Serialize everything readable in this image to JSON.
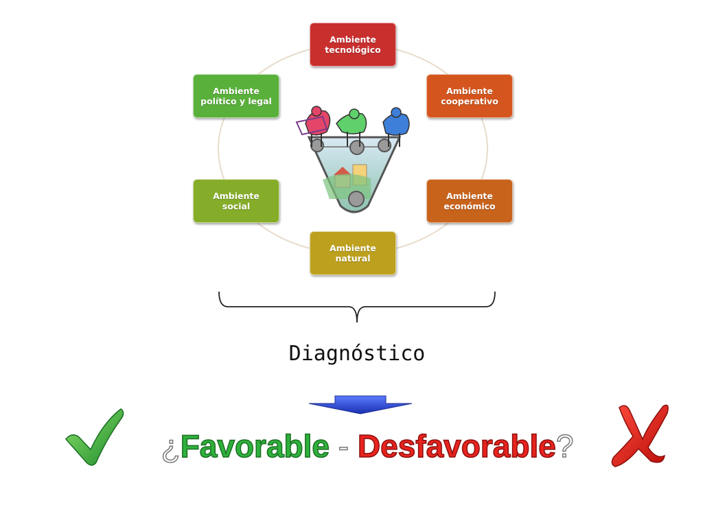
{
  "diagram": {
    "ambients": [
      {
        "id": "tec",
        "label": "Ambiente\ntecnológico",
        "color": "#c8302e"
      },
      {
        "id": "coop",
        "label": "Ambiente\ncooperativo",
        "color": "#d4561e"
      },
      {
        "id": "eco",
        "label": "Ambiente\neconómico",
        "color": "#c8631c"
      },
      {
        "id": "nat",
        "label": "Ambiente\nnatural",
        "color": "#bda11e"
      },
      {
        "id": "soc",
        "label": "Ambiente\nsocial",
        "color": "#86ad2a"
      },
      {
        "id": "pol",
        "label": "Ambiente\npolítico y legal",
        "color": "#59b03a"
      }
    ],
    "ring_color": "#e8dccb",
    "center_icon": "funnel-gears-figures-icon"
  },
  "brace_icon": "brace-icon",
  "diagnostic_label": "Diagnóstico",
  "arrow_icon": "arrow-down-icon",
  "arrow_color": "#2a45d6",
  "question": {
    "open": "¿",
    "favorable": "Favorable",
    "dash": "-",
    "desfavorable": "Desfavorable",
    "close": "?"
  },
  "check_icon": "checkmark-icon",
  "cross_icon": "cross-x-icon",
  "colors": {
    "favorable": "#2fb13c",
    "desfavorable": "#e8231f"
  }
}
